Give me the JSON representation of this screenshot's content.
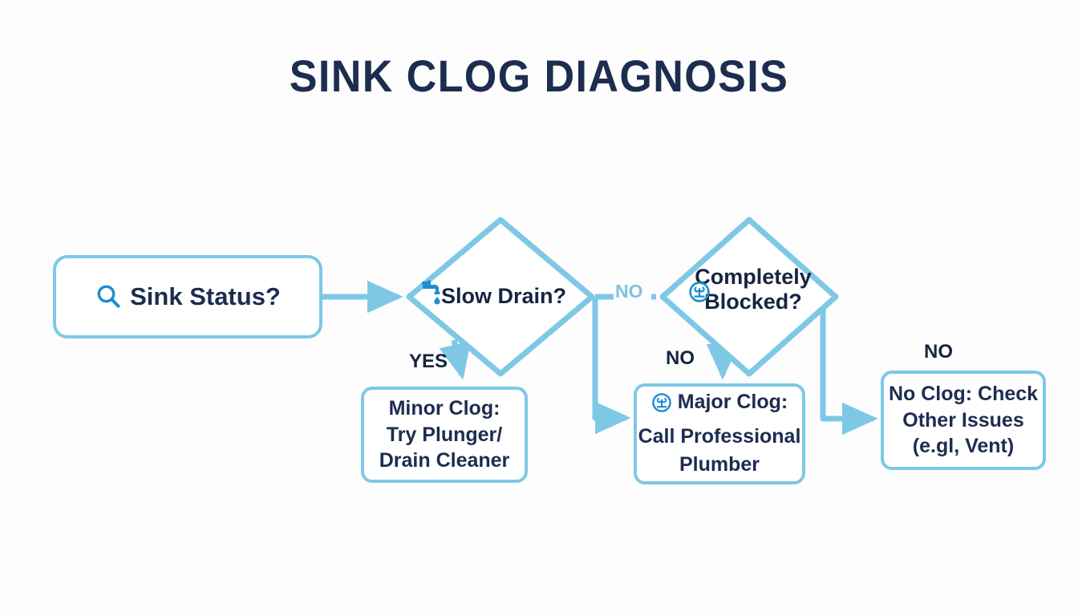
{
  "page": {
    "title": "SINK CLOG DIAGNOSIS",
    "background_color": "#fdfdfe",
    "title_color": "#1d2d50",
    "accent_color": "#7ec8e6",
    "icon_color": "#1b8dd0",
    "text_color": "#16243f"
  },
  "nodes": {
    "start": {
      "label": "Sink Status?",
      "icon": "search-icon"
    },
    "slow_drain": {
      "label": "Slow Drain?",
      "icon": "faucet-icon"
    },
    "completely_blocked": {
      "line1": "Completely",
      "line2": "Blocked?",
      "icon": "wrench-circle-icon"
    },
    "minor_clog": {
      "line1": "Minor Clog:",
      "line2": "Try Plunger/",
      "line3": "Drain Cleaner"
    },
    "major_clog": {
      "head": "Major Clog:",
      "line2": "Call Professional",
      "line3": "Plumber",
      "icon": "wrench-circle-icon"
    },
    "no_clog": {
      "line1": "No Clog: Check",
      "line2": "Other Issues",
      "line3": "(e.gl, Vent)"
    }
  },
  "edge_labels": {
    "yes_minor": "YES",
    "no_to_blocked": "NO",
    "no_to_major": "NO",
    "no_to_noclog": "NO"
  },
  "chart_data": {
    "type": "diagram",
    "diagram_kind": "flowchart",
    "title": "SINK CLOG DIAGNOSIS",
    "nodes": [
      {
        "id": "start",
        "shape": "rounded-rect",
        "text": "Sink Status?"
      },
      {
        "id": "slow",
        "shape": "diamond",
        "text": "Slow Drain?"
      },
      {
        "id": "blocked",
        "shape": "diamond",
        "text": "Completely Blocked?"
      },
      {
        "id": "minor",
        "shape": "rounded-rect",
        "text": "Minor Clog: Try Plunger/ Drain Cleaner"
      },
      {
        "id": "major",
        "shape": "rounded-rect",
        "text": "Major Clog: Call Professional Plumber"
      },
      {
        "id": "noclog",
        "shape": "rounded-rect",
        "text": "No Clog: Check Other Issues (e.gl, Vent)"
      }
    ],
    "edges": [
      {
        "from": "start",
        "to": "slow",
        "label": ""
      },
      {
        "from": "slow",
        "to": "minor",
        "label": "YES"
      },
      {
        "from": "slow",
        "to": "blocked",
        "label": "NO"
      },
      {
        "from": "slow",
        "to": "major",
        "label": ""
      },
      {
        "from": "blocked",
        "to": "major",
        "label": "NO"
      },
      {
        "from": "blocked",
        "to": "noclog",
        "label": "NO"
      }
    ]
  }
}
